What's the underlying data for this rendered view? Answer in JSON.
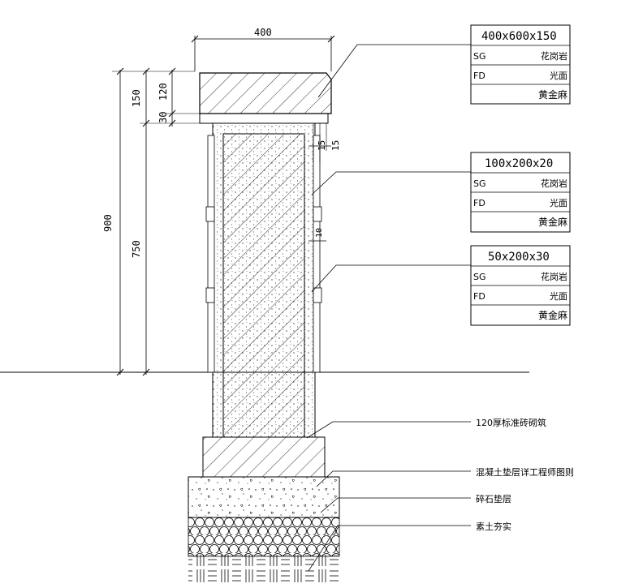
{
  "dimensions": {
    "top_width": "400",
    "cap_total": "150",
    "cap_stone": "120",
    "cap_gap": "30",
    "total_height": "900",
    "shaft_height": "750",
    "facing_a": "15",
    "facing_b": "15",
    "joint": "10"
  },
  "spec_tables": [
    {
      "size": "400x600x150",
      "sg_code": "SG",
      "sg_value": "花岗岩",
      "fd_code": "FD",
      "fd_value": "光面",
      "material": "黄金麻"
    },
    {
      "size": "100x200x20",
      "sg_code": "SG",
      "sg_value": "花岗岩",
      "fd_code": "FD",
      "fd_value": "光面",
      "material": "黄金麻"
    },
    {
      "size": "50x200x30",
      "sg_code": "SG",
      "sg_value": "花岗岩",
      "fd_code": "FD",
      "fd_value": "光面",
      "material": "黄金麻"
    }
  ],
  "notes": [
    "120厚标准砖砌筑",
    "混凝土垫层详工程师图则",
    "碎石垫层",
    "素土夯实"
  ]
}
